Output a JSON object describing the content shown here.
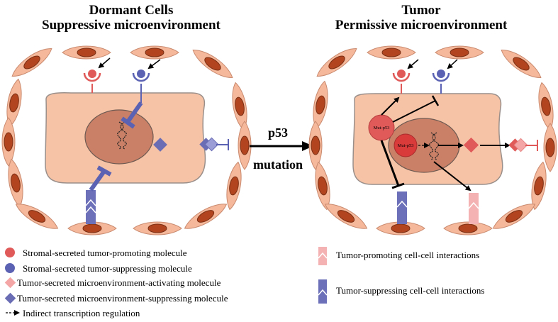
{
  "titles": {
    "left_line1": "Dormant Cells",
    "left_line2": "Suppressive microenvironment",
    "right_line1": "Tumor",
    "right_line2": "Permissive microenvironment"
  },
  "arrow_label": {
    "top": "p53",
    "bottom": "mutation"
  },
  "protein_labels": {
    "cytoplasm": "Mut-p53",
    "nucleus": "Mut-p53"
  },
  "legend": {
    "stromal_promoting": "Stromal-secreted tumor-promoting molecule",
    "stromal_suppressing": "Stromal-secreted tumor-suppressing molecule",
    "tumor_activating": "Tumor-secreted microenvironment-activating molecule",
    "tumor_suppressing": "Tumor-secreted microenvironment-suppressing molecule",
    "indirect": "Indirect transcription regulation",
    "promoting_interactions": "Tumor-promoting cell-cell interactions",
    "suppressing_interactions": "Tumor-suppressing cell-cell interactions"
  },
  "colors": {
    "stromal_cell": "#f6b89a",
    "stromal_nucleus": "#b2451f",
    "tumor_cell": "#f7c3a6",
    "nucleus": "#c98067",
    "promoting_red": "#e05a5a",
    "suppressing_blue": "#5b62b3",
    "activating_pink": "#f4a6a6",
    "suppressing_purple": "#6a6db4",
    "interaction_pink": "#f5b2b2",
    "interaction_blue": "#6c70b8"
  }
}
